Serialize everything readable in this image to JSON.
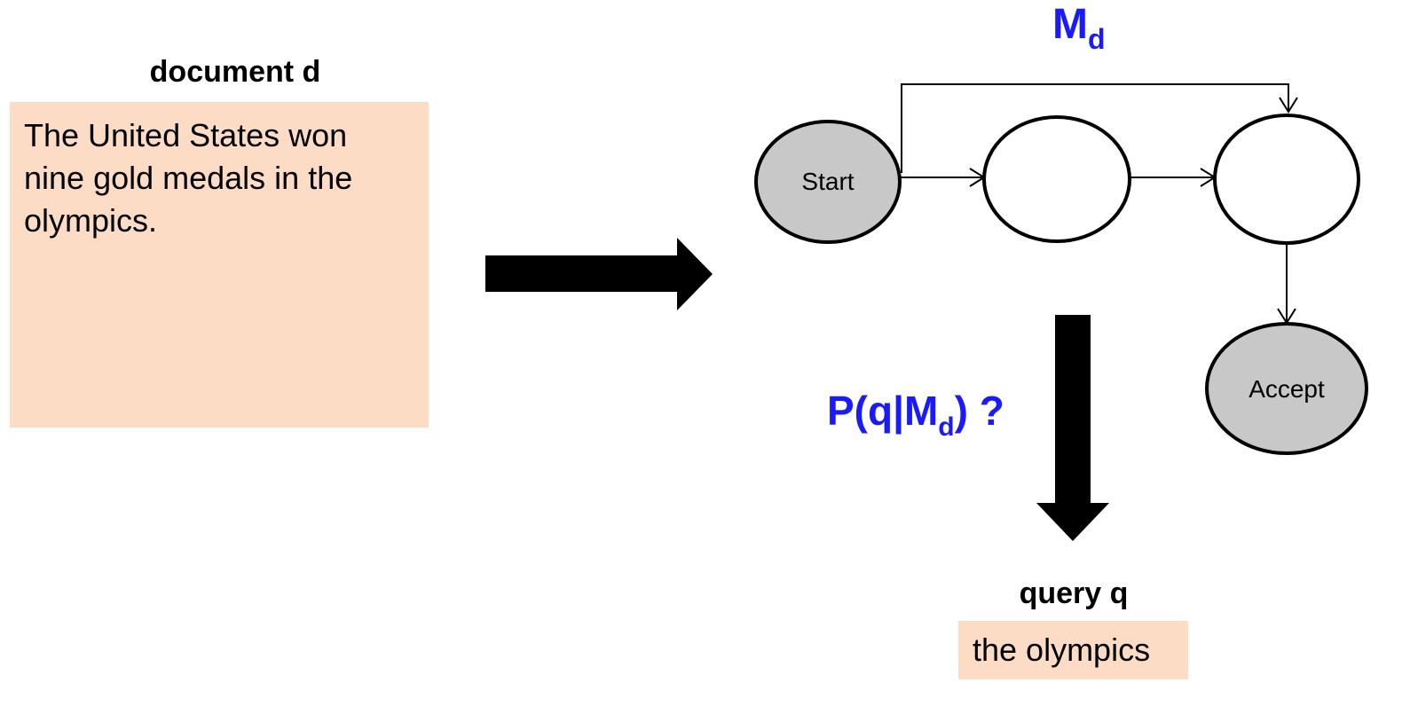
{
  "document": {
    "title": "document d",
    "text": "The United States won nine gold medals in the olympics."
  },
  "model": {
    "title_main": "M",
    "title_sub": "d"
  },
  "nodes": {
    "start_label": "Start",
    "accept_label": "Accept"
  },
  "probability": {
    "prefix": "P(q|M",
    "sub": "d",
    "suffix": ") ?"
  },
  "query": {
    "title": "query q",
    "text": "the olympics"
  },
  "colors": {
    "box_fill": "#fcdcc4",
    "accent_blue": "#1a1aff",
    "node_gray": "#c8c8c8"
  }
}
